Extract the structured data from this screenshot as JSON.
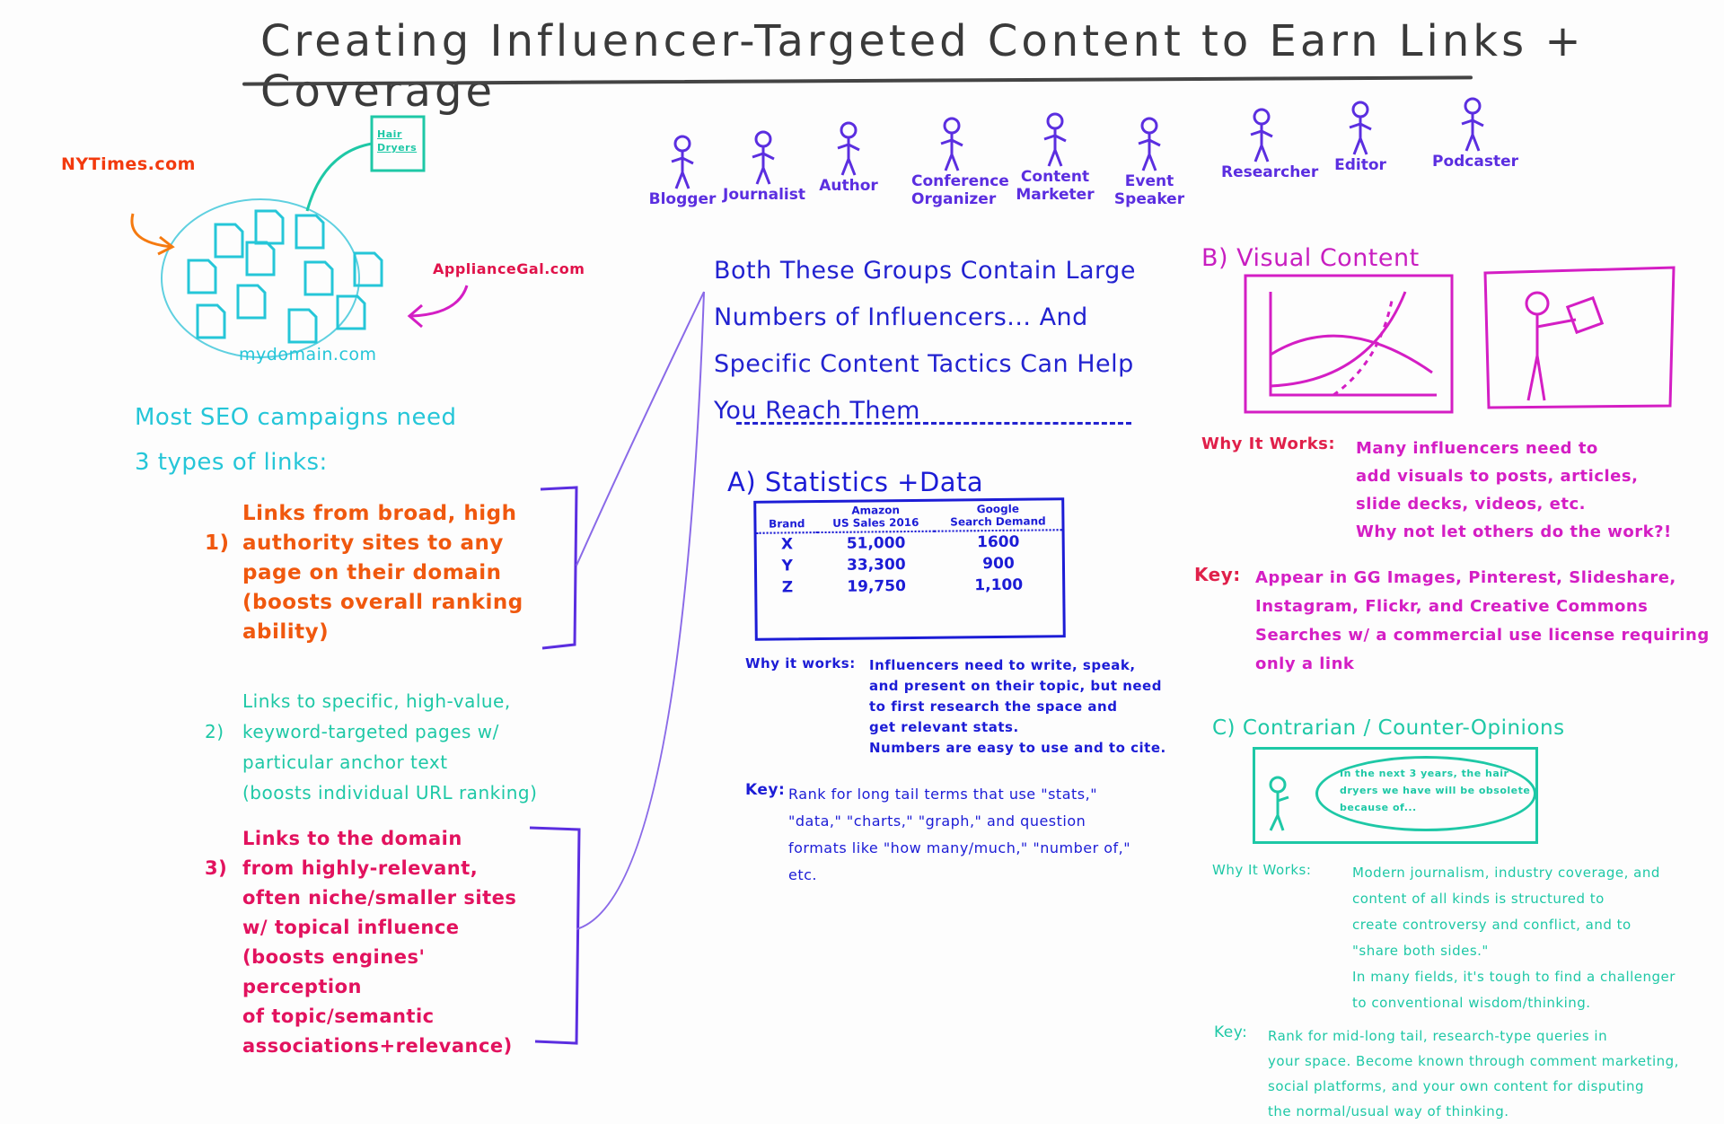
{
  "title": "Creating Influencer-Targeted Content to Earn Links + Coverage",
  "influencers": [
    "Blogger",
    "Journalist",
    "Author",
    "Conference Organizer",
    "Content Marketer",
    "Event Speaker",
    "Researcher",
    "Editor",
    "Podcaster"
  ],
  "left": {
    "nytimes": "NYTimes.com",
    "appliancegal": "ApplianceGal.com",
    "hair_dryers_doc": "Hair Dryers",
    "domain": "mydomain.com",
    "intro": "Most SEO campaigns need\n3 types of links:",
    "link_types": [
      {
        "num": "1)",
        "text": "Links from broad, high\nauthority sites to any\npage on their domain\n(boosts overall ranking\nability)"
      },
      {
        "num": "2)",
        "text": "Links to specific, high-value,\nkeyword-targeted pages w/\nparticular anchor text\n(boosts individual URL ranking)"
      },
      {
        "num": "3)",
        "text": "Links to the domain\nfrom highly-relevant,\noften niche/smaller sites\nw/ topical influence\n(boosts engines' perception\nof topic/semantic\nassociations+relevance)"
      }
    ]
  },
  "center": {
    "statement": "Both These Groups Contain Large\nNumbers of Influencers... And\nSpecific Content Tactics Can Help\nYou Reach Them",
    "section_a": {
      "heading": "A) Statistics +Data",
      "table": {
        "headers": [
          "Brand",
          "Amazon\nUS Sales 2016",
          "Google\nSearch Demand"
        ],
        "rows": [
          [
            "X",
            "51,000",
            "1600"
          ],
          [
            "Y",
            "33,300",
            "900"
          ],
          [
            "Z",
            "19,750",
            "1,100"
          ]
        ]
      },
      "why_label": "Why it works:",
      "why_text": "Influencers need to write, speak,\nand present on their topic, but need\nto first research the space and\nget relevant stats.\nNumbers are easy to use and to cite.",
      "key_label": "Key:",
      "key_text": "Rank for long tail terms that use \"stats,\"\n\"data,\" \"charts,\" \"graph,\" and question\nformats like \"how many/much,\" \"number of,\"\netc."
    }
  },
  "right": {
    "section_b": {
      "heading": "B) Visual Content",
      "why_label": "Why It Works:",
      "why_text": "Many influencers need to\nadd visuals to posts, articles,\nslide decks, videos, etc.\nWhy not let others do the work?!",
      "key_label": "Key:",
      "key_text": "Appear in GG Images, Pinterest, Slideshare,\nInstagram, Flickr, and Creative Commons\nSearches w/ a commercial use license requiring\nonly a link"
    },
    "section_c": {
      "heading": "C) Contrarian / Counter-Opinions",
      "speech": "In the next 3 years, the hair\ndryers we have will be obsolete\nbecause of...",
      "why_label": "Why It Works:",
      "why_text": "Modern journalism, industry coverage, and\ncontent of all kinds is structured to\ncreate controversy and conflict, and to\n\"share both sides.\"\nIn many fields, it's tough to find a challenger\nto conventional wisdom/thinking.",
      "key_label": "Key:",
      "key_text": "Rank for mid-long tail, research-type queries in\nyour space. Become known through comment marketing,\nsocial platforms, and your own content for disputing\nthe normal/usual way of thinking."
    }
  },
  "colors": {
    "title": "#3a3a3a",
    "influencers": "#5b2ee0",
    "section_a": "#1c1cd6",
    "section_b": "#d41ec4",
    "section_c": "#1ec8a6",
    "link1": "#f0580e",
    "link2": "#1ec8a6",
    "link3": "#e2125e",
    "domain": "#25c6d8"
  }
}
